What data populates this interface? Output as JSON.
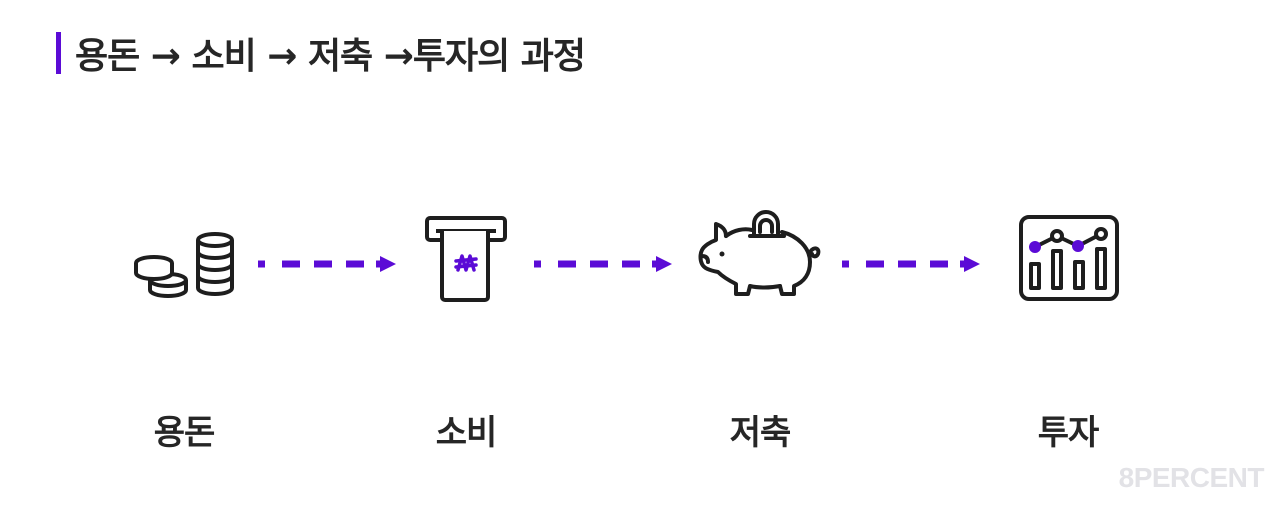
{
  "title": "용돈 → 소비 → 저축 →투자의 과정",
  "accent_color": "#5b0bd6",
  "icon_color": "#1e1e1e",
  "steps": [
    {
      "label": "용돈",
      "icon": "coins-stack-icon"
    },
    {
      "label": "소비",
      "icon": "atm-cash-withdraw-icon"
    },
    {
      "label": "저축",
      "icon": "piggy-bank-icon"
    },
    {
      "label": "투자",
      "icon": "investment-chart-icon"
    }
  ],
  "arrows": [
    {
      "from": "용돈",
      "to": "소비",
      "style": "dashed"
    },
    {
      "from": "소비",
      "to": "저축",
      "style": "dashed"
    },
    {
      "from": "저축",
      "to": "투자",
      "style": "dashed"
    }
  ],
  "watermark": "8PERCENT"
}
